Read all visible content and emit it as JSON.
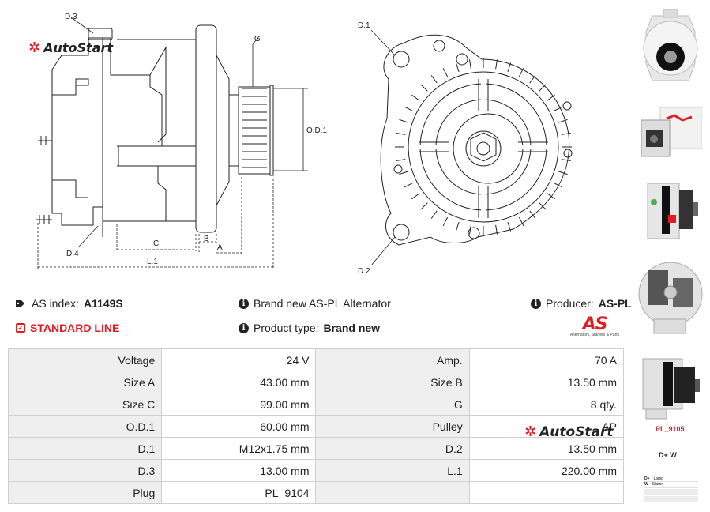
{
  "brand": {
    "name": "AutoStart"
  },
  "drawing": {
    "labels": {
      "d3": "D.3",
      "d4": "D.4",
      "g": "G",
      "od1": "O.D.1",
      "c": "C",
      "b": "B",
      "a": "A",
      "l1": "L.1",
      "d1": "D.1",
      "d2": "D.2"
    }
  },
  "info": {
    "as_index_label": "AS index:",
    "as_index_value": "A1149S",
    "description": "Brand new AS-PL Alternator",
    "producer_label": "Producer:",
    "producer_value": "AS-PL",
    "line": "STANDARD LINE",
    "product_type_label": "Product type:",
    "product_type_value": "Brand new"
  },
  "producer_logo": {
    "text": "AS",
    "subtitle": "Alternators, Starters & Parts"
  },
  "specs": [
    [
      "Voltage",
      "24 V",
      "Amp.",
      "70 A"
    ],
    [
      "Size A",
      "43.00 mm",
      "Size B",
      "13.50 mm"
    ],
    [
      "Size C",
      "99.00 mm",
      "G",
      "8 qty."
    ],
    [
      "O.D.1",
      "60.00 mm",
      "Pulley",
      "AP"
    ],
    [
      "D.1",
      "M12x1.75 mm",
      "D.2",
      "13.50 mm"
    ],
    [
      "D.3",
      "13.00 mm",
      "L.1",
      "220.00 mm"
    ],
    [
      "Plug",
      "PL_9104",
      "",
      ""
    ]
  ],
  "thumbnails": {
    "plug_label": "PL_9105",
    "terminals": "D+   W",
    "legend": [
      [
        "D+",
        "Lamp"
      ],
      [
        "W",
        "Stator"
      ]
    ]
  },
  "colors": {
    "accent": "#e31b23",
    "table_key_bg": "#efefef",
    "border": "#cfcfcf"
  }
}
